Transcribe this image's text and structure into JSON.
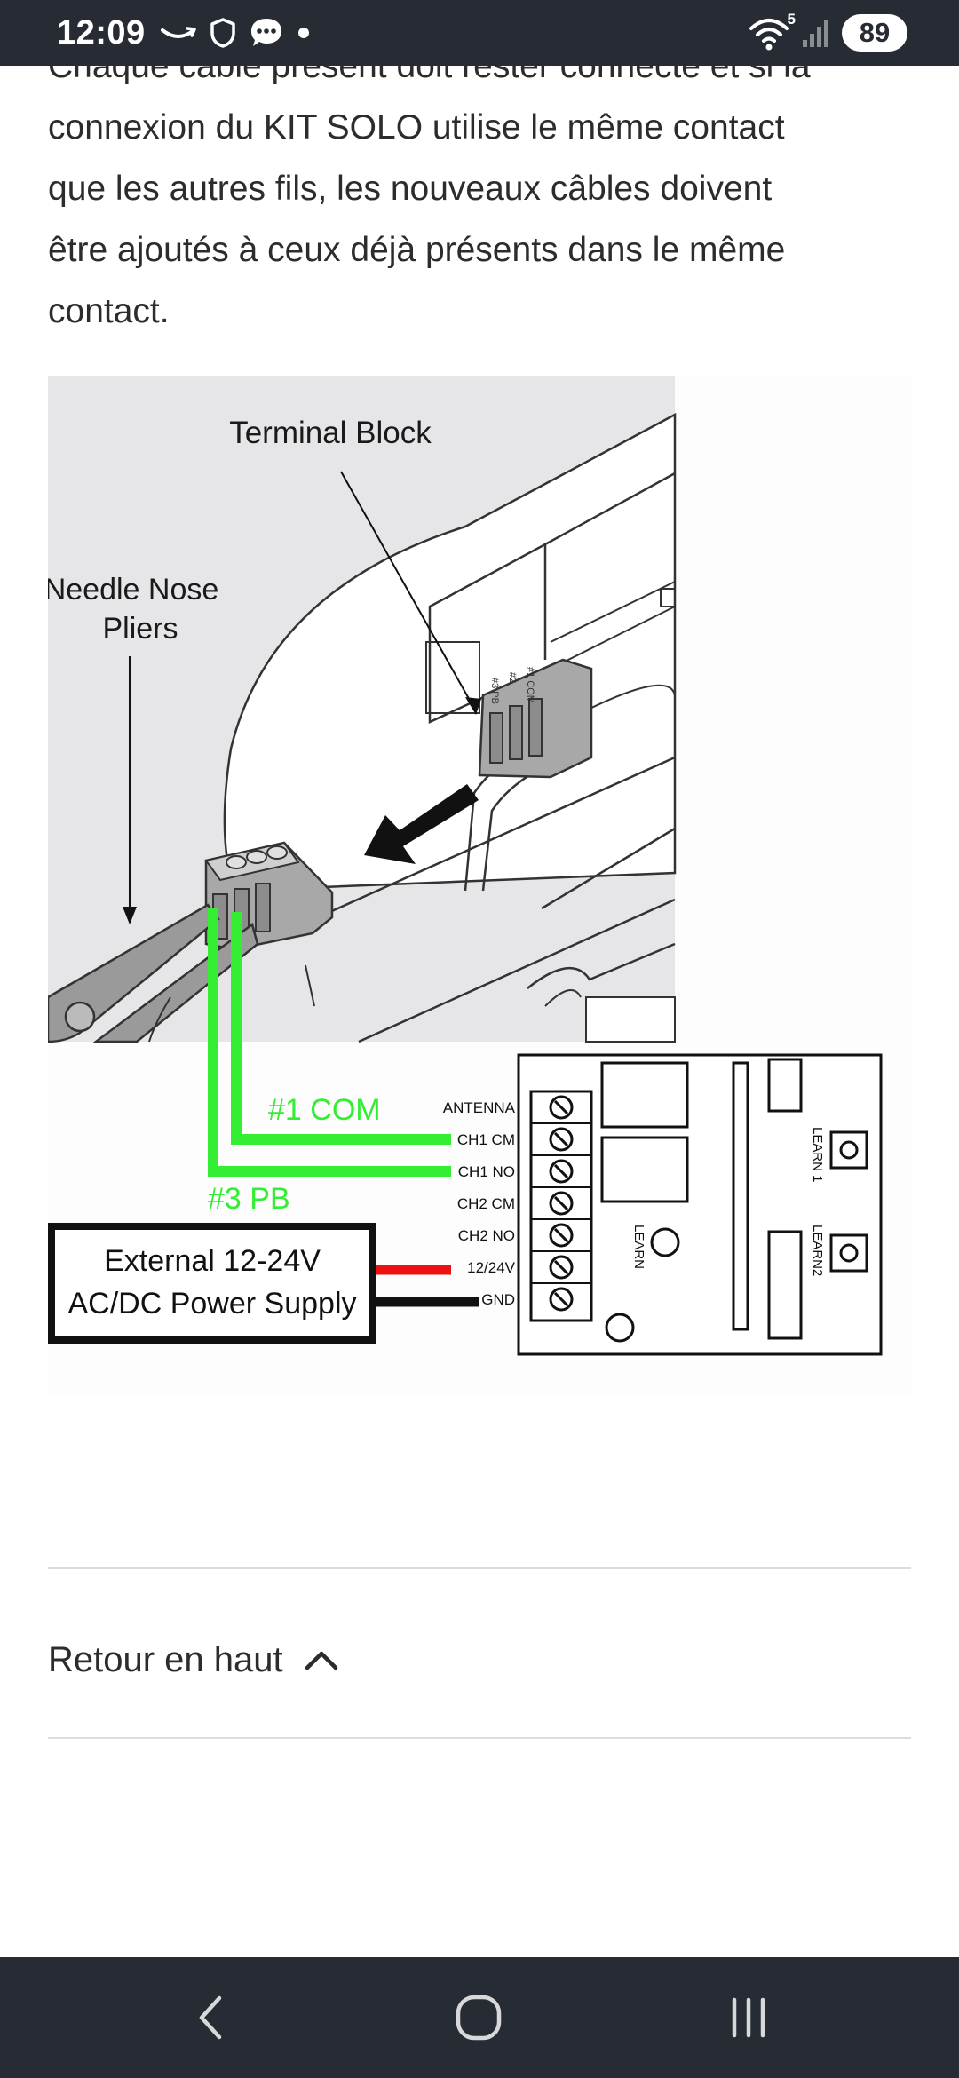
{
  "status_bar": {
    "time": "12:09",
    "network": "5",
    "battery": "89"
  },
  "article": {
    "paragraph_partial": "Chaque câble présent doit rester connecté et si la",
    "paragraph_lines": [
      "connexion du KIT SOLO utilise le même contact",
      "que les autres fils, les nouveaux câbles doivent",
      "être ajoutés à ceux déjà présents dans le même",
      "contact."
    ]
  },
  "figure": {
    "terminal_block_label": "Terminal Block",
    "pliers_label_line1": "Needle Nose",
    "pliers_label_line2": "Pliers",
    "wire_com_label": "#1 COM",
    "wire_pb_label": "#3 PB",
    "power_supply_line1": "External 12-24V",
    "power_supply_line2": "AC/DC Power Supply",
    "terminals": [
      "ANTENNA",
      "CH1 CM",
      "CH1 NO",
      "CH2 CM",
      "CH2 NO",
      "12/24V",
      "GND"
    ],
    "board_labels": {
      "learn": "LEARN",
      "learn1": "LEARN 1",
      "learn2": "LEARN2"
    },
    "block_pin_labels": [
      "#3 PB",
      "#2",
      "#1 COM"
    ],
    "colors": {
      "wire_green": "#33ee33",
      "wire_red": "#ee1111",
      "wire_black": "#111111",
      "connector_gray": "#a8a8a8",
      "background_gray": "#e6e6e8"
    }
  },
  "footer": {
    "back_to_top": "Retour en haut"
  },
  "nav_bar": {
    "back": "back-icon",
    "home": "home-icon",
    "recents": "recents-icon"
  }
}
